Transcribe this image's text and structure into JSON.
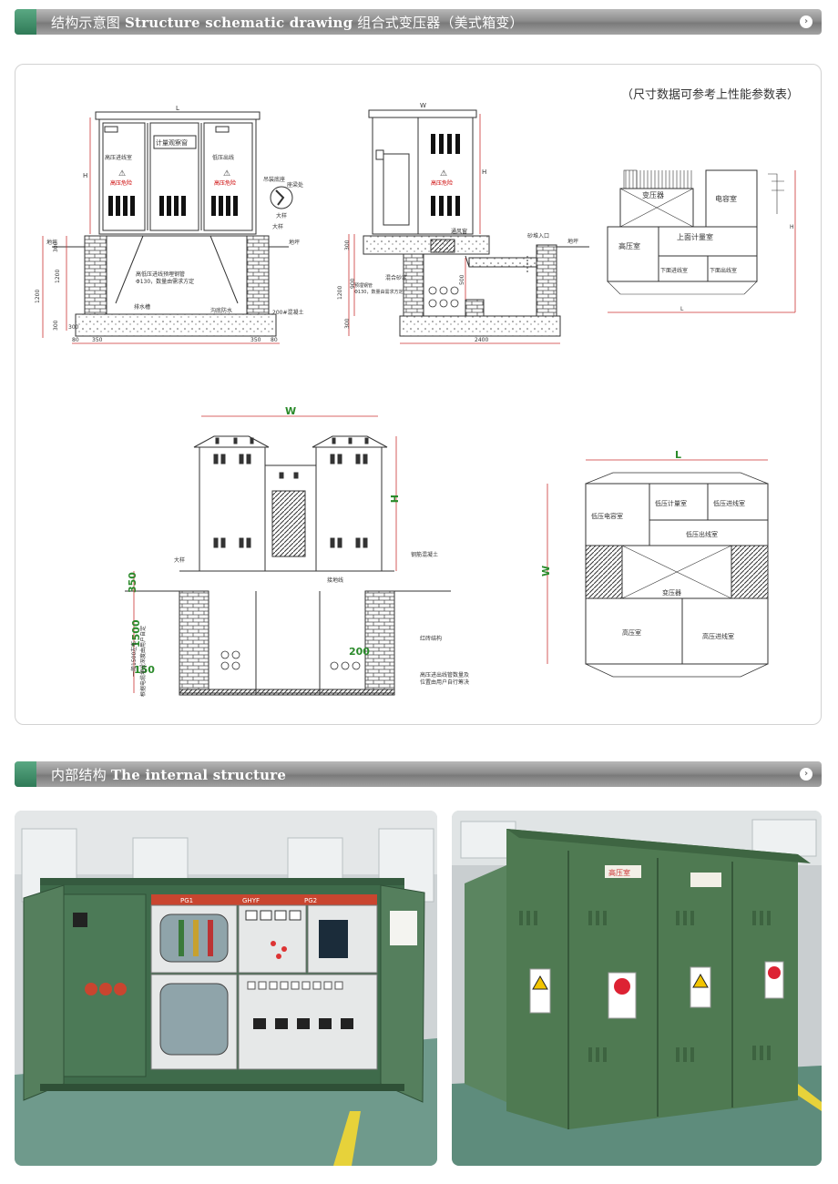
{
  "section1": {
    "title_cn": "结构示意图",
    "title_en": "Structure schematic drawing",
    "title_tail": "组合式变压器（美式箱变）"
  },
  "section2": {
    "title_cn": "内部结构",
    "title_en": "The internal structure"
  },
  "panel_note": "（尺寸数据可参考上性能参数表）",
  "front": {
    "dim_L": "L",
    "dim_H": "H",
    "door_left": "高压进线室",
    "door_mid": "计量观察窗",
    "door_right": "低压出线",
    "tag_left": "高压进线",
    "tag_right": "低压出线",
    "warn": "高压危险",
    "ground_l": "地坪",
    "ground_r": "地坪",
    "detail": "大样",
    "magnify_a": "吊装底座",
    "magnify_b": "座梁处",
    "detail_label": "大样",
    "pipe_note1": "高低压进线预埋钢管",
    "pipe_note2": "Φ130，数量由需求方定",
    "drain": "排水槽",
    "trench": "沟底防水",
    "concrete": "200#混凝土",
    "d300a": "300",
    "d1200a": "1200",
    "d1200b": "1200",
    "d300b": "300",
    "d80a": "80",
    "d350a": "350",
    "d350b": "350",
    "d80b": "80",
    "d300c": "300"
  },
  "side": {
    "dim_W": "W",
    "dim_H": "H",
    "warn": "高压危险",
    "vent": "通风窗",
    "sand": "砂堆入口",
    "ground": "地坪",
    "mix_note1": "混合砂浆",
    "mix_note2a": "预埋钢管",
    "mix_note2b": "Φ130，数量由需求方定",
    "d300": "300",
    "d900": "900",
    "d500": "500",
    "d1200": "1200",
    "d300b": "300",
    "d2400": "2400"
  },
  "plan1": {
    "transformer": "变压器",
    "capacitor": "电容室",
    "hv": "高压室",
    "meter": "上面计量室",
    "lv_in": "下面进线室",
    "lv_out": "下面出线室",
    "dim_L": "L",
    "dim_H": "H"
  },
  "euro": {
    "dim_W": "W",
    "dim_H": "H",
    "detail": "大样",
    "rebar": "钢筋混凝土",
    "ground_wire": "接地线",
    "brick": "红砖结构",
    "d350": "350",
    "d1500": "1500",
    "d150": "150",
    "d200": "200",
    "vert_note1": "一般1500左右",
    "vert_note2": "根据电缆埋设深度由用户自定",
    "pipe_note1": "高压进出线管数量及",
    "pipe_note2": "位置由用户自行筹决"
  },
  "plan2": {
    "dim_L": "L",
    "dim_W": "W",
    "lv_cap": "低压电容室",
    "lv_meter": "低压计量室",
    "lv_in": "低压进线室",
    "lv_out": "低压出线室",
    "transformer": "变压器",
    "hv": "高压室",
    "hv_in": "高压进线室"
  },
  "photo1": {
    "panel_labels": [
      "PG1",
      "GHYF",
      "PG2"
    ]
  },
  "photo2": {
    "hv_sign": "高压室",
    "colors": {
      "cabinet": "#4f7a52",
      "floor": "#5e8c7c"
    }
  }
}
